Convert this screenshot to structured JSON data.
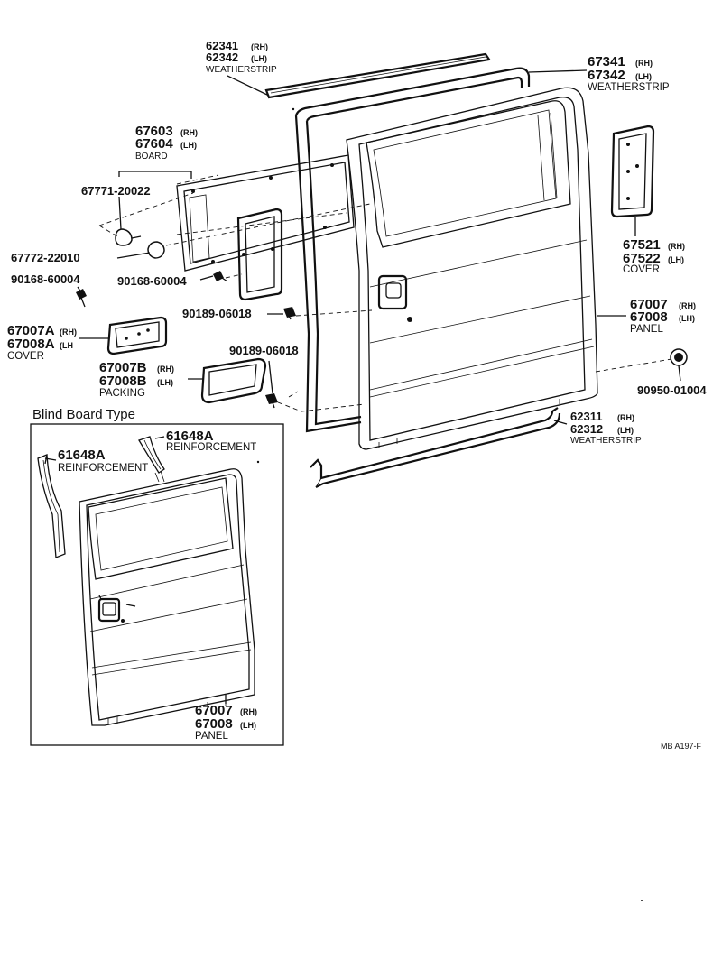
{
  "section_title": "Blind Board Type",
  "reference_code": "MB  A197-F",
  "callouts": [
    {
      "key": "weatherstrip_top",
      "number": "62341",
      "side": "(RH)",
      "number2": "62342",
      "side2": "(LH)",
      "name": "WEATHERSTRIP"
    },
    {
      "key": "weatherstrip_door",
      "number": "67341",
      "side": "(RH)",
      "number2": "67342",
      "side2": "(LH)",
      "name": "WEATHERSTRIP"
    },
    {
      "key": "board",
      "number": "67603",
      "side": "(RH)",
      "number2": "67604",
      "side2": "(LH)",
      "name": "BOARD"
    },
    {
      "key": "clip_1",
      "number": "67771-20022"
    },
    {
      "key": "clip_2",
      "number": "67772-22010"
    },
    {
      "key": "screw_1",
      "number": "90168-60004"
    },
    {
      "key": "screw_2",
      "number": "90168-60004"
    },
    {
      "key": "cover_window",
      "number": "67521",
      "side": "(RH)",
      "number2": "67522",
      "side2": "(LH)",
      "name": "COVER"
    },
    {
      "key": "panel",
      "number": "67007",
      "side": "(RH)",
      "number2": "67008",
      "side2": "(LH)",
      "name": "PANEL"
    },
    {
      "key": "nut_1",
      "number": "90189-06018"
    },
    {
      "key": "nut_2",
      "number": "90189-06018"
    },
    {
      "key": "cover_handle",
      "number": "67007A",
      "side": "(RH)",
      "number2": "67008A",
      "side2": "(LH",
      "name": "COVER"
    },
    {
      "key": "packing",
      "number": "67007B",
      "side": "(RH)",
      "number2": "67008B",
      "side2": "(LH)",
      "name": "PACKING"
    },
    {
      "key": "plug",
      "number": "90950-01004"
    },
    {
      "key": "weatherstrip_bottom",
      "number": "62311",
      "side": "(RH)",
      "number2": "62312",
      "side2": "(LH)",
      "name": "WEATHERSTRIP"
    },
    {
      "key": "reinforcement_right",
      "number": "61648A",
      "name": "REINFORCEMENT"
    },
    {
      "key": "reinforcement_left",
      "number": "61648A",
      "name": "REINFORCEMENT"
    },
    {
      "key": "panel_blind",
      "number": "67007",
      "side": "(RH)",
      "number2": "67008",
      "side2": "(LH)",
      "name": "PANEL"
    }
  ]
}
